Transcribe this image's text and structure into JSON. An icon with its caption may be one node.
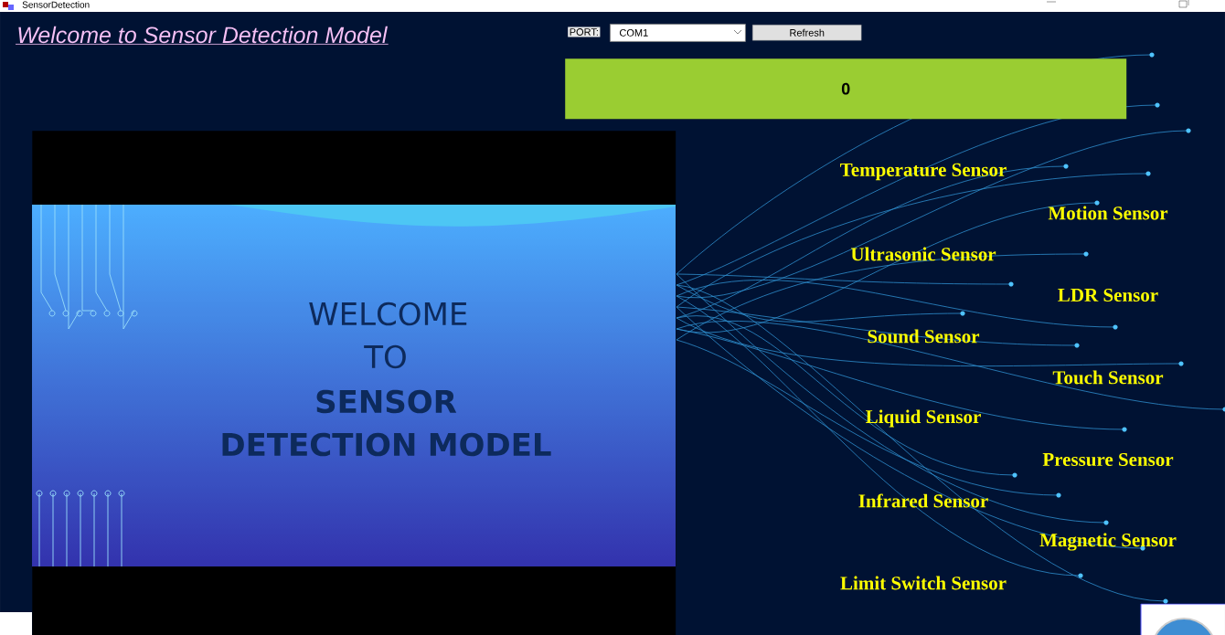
{
  "diagram": {
    "title": "Welcome to Sensor Detection Model",
    "nodes": [
      {
        "text": [
          "COM1"
        ]
      },
      {
        "text": [
          "Refresh"
        ]
      },
      {
        "text": [
          "0"
        ]
      },
      {
        "text": [
          "WELCOME TO",
          "SENSOR DETECTION MODEL"
        ]
      }
    ],
    "labels": [
      "SensorDetection",
      "PORT:",
      "Temperature Sensor",
      "Motion Sensor",
      "Ultrasonic Sensor",
      "LDR Sensor",
      "Sound Sensor",
      "Touch Sensor",
      "Liquid Sensor",
      "Pressure Sensor",
      "Infrared Sensor",
      "Magnetic Sensor",
      "Limit Switch Sensor"
    ]
  }
}
